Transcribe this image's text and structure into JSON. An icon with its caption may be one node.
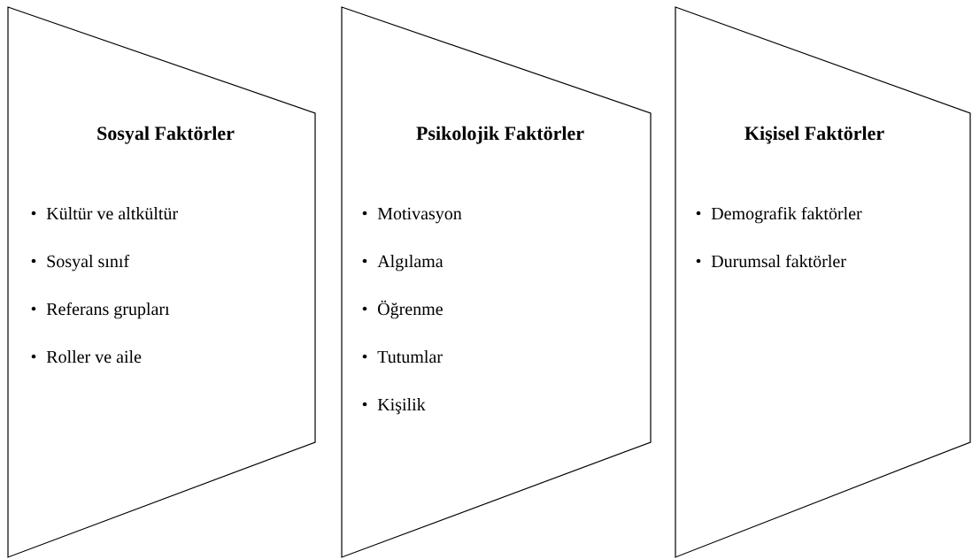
{
  "diagram": {
    "nodes": [
      {
        "text": [
          "Sosyal Faktörler",
          "Kültür ve altkültür",
          "Sosyal sınıf",
          "Referans grupları",
          "Roller ve aile"
        ]
      },
      {
        "text": [
          "Psikolojik Faktörler",
          "Motivasyon",
          "Algılama",
          "Öğrenme",
          "Tutumlar",
          "Kişilik"
        ]
      },
      {
        "text": [
          "Kişisel Faktörler",
          "Demografik faktörler",
          "Durumsal faktörler"
        ]
      }
    ]
  }
}
